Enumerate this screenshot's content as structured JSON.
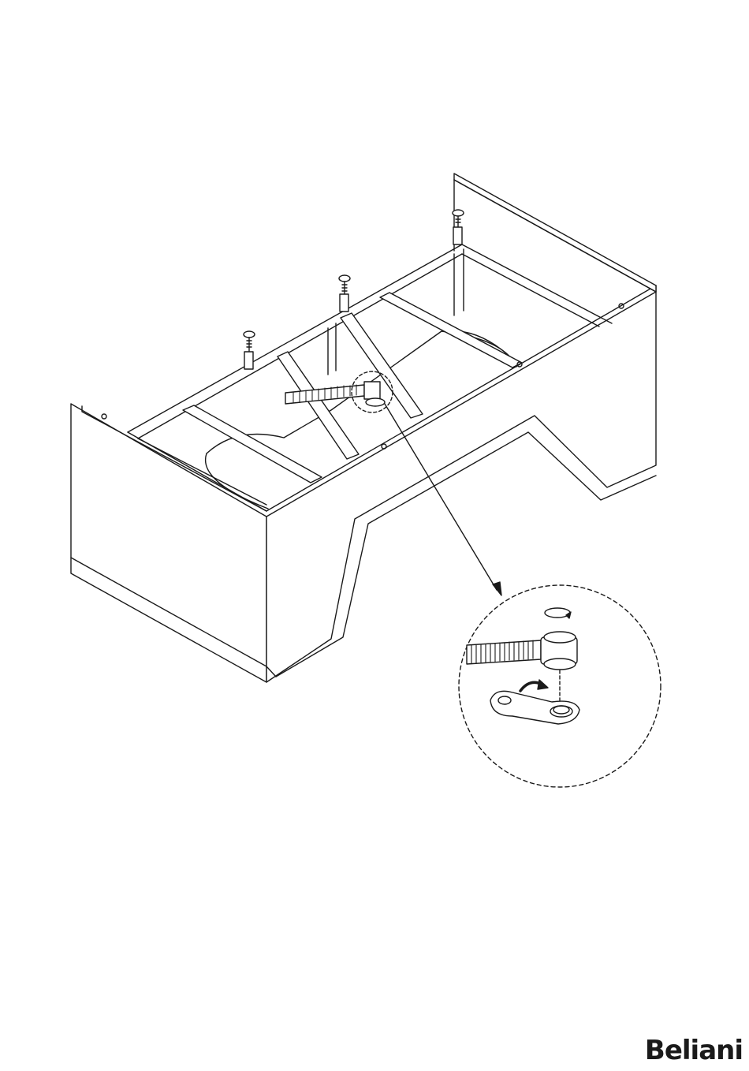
{
  "brand": {
    "name": "Beliani",
    "logo_text": "Beliani",
    "color": "#1a1a1a"
  },
  "illustration": {
    "subject": "bathtub-frame-assembly",
    "detail_callout": "drain-hose-connection",
    "line_color": "#1a1a1a"
  }
}
